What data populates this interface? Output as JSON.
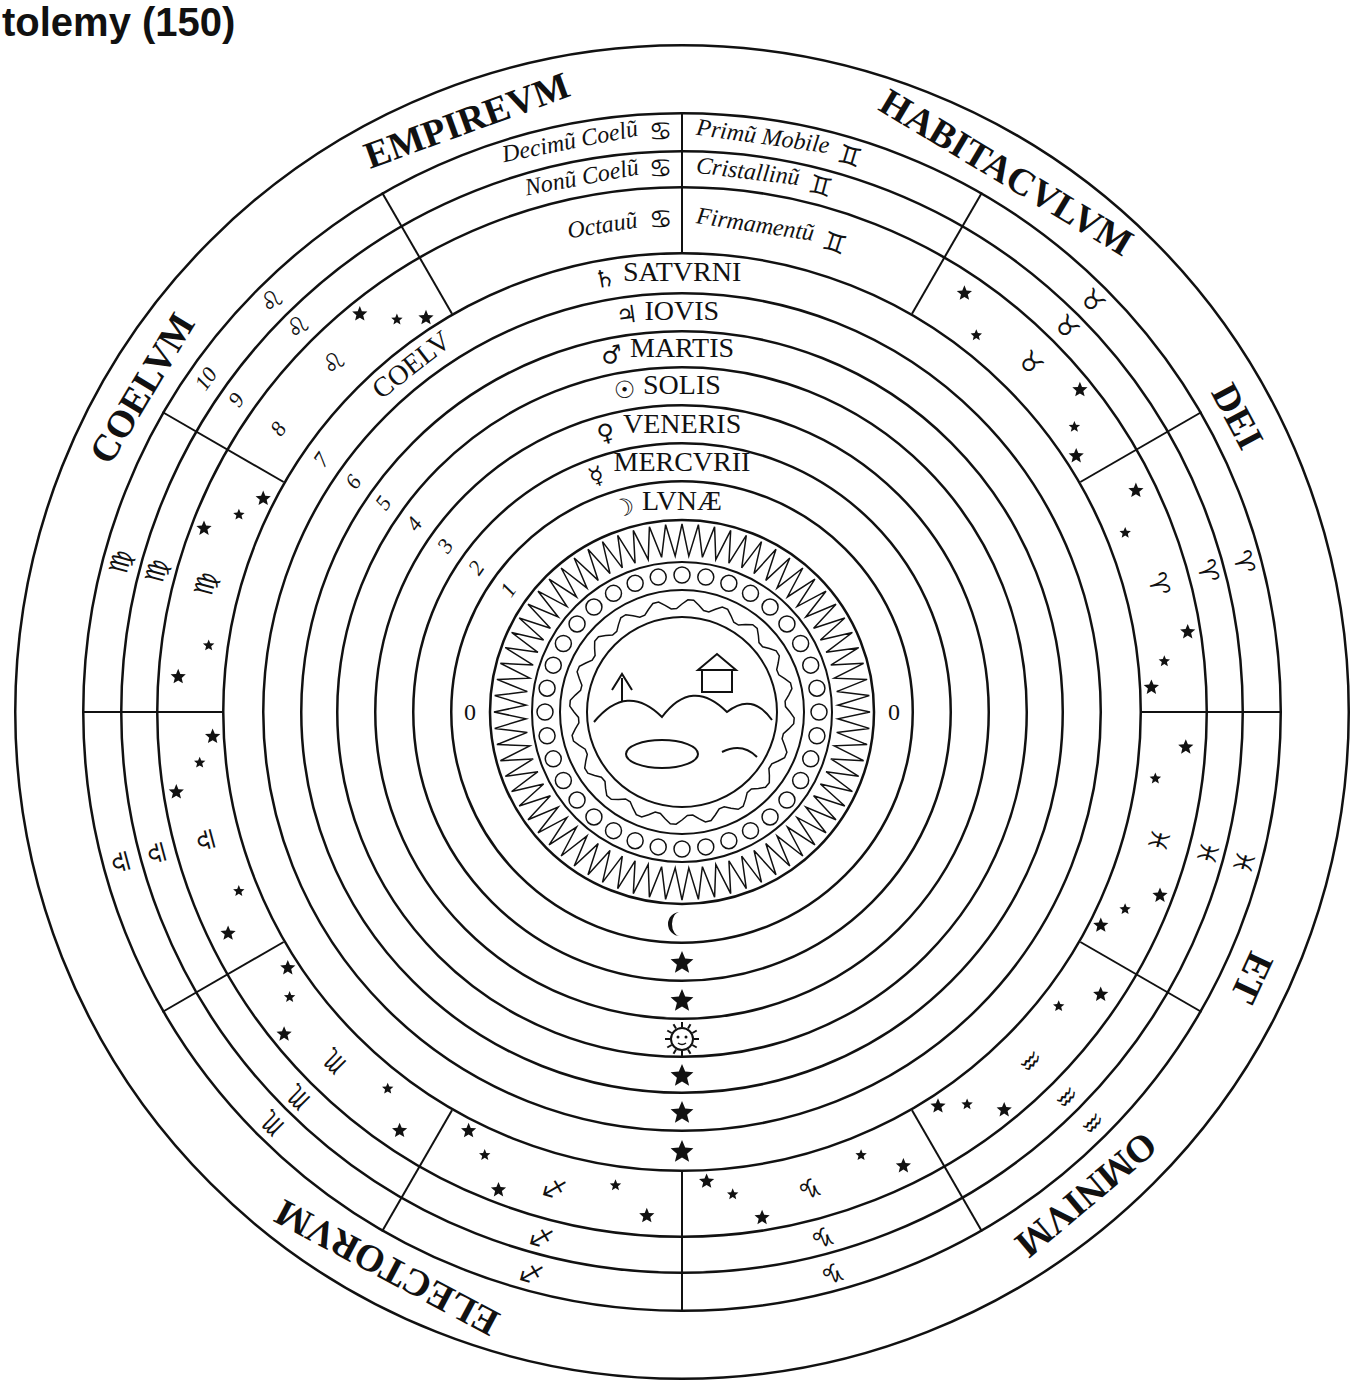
{
  "diagram": {
    "title": "tolemy (150)",
    "nodes": [
      {
        "text": [
          "COELVM",
          "EMPIREVM",
          "HABITACVLVM",
          "DEI",
          "ET",
          "OMNIVM",
          "ELECTORVM"
        ]
      },
      {
        "text": [
          "Decimũ Coelũ",
          "Primũ Mobile"
        ],
        "in": 0
      },
      {
        "text": [
          "Nonũ Coelũ",
          "Cristallinũ"
        ],
        "in": 1
      },
      {
        "text": [
          "Octauũ",
          "Firmamentũ"
        ],
        "in": 2
      },
      {
        "text": [
          "SATVRNI"
        ],
        "in": 3
      },
      {
        "text": [
          "IOVIS"
        ],
        "in": 4
      },
      {
        "text": [
          "MARTIS"
        ],
        "in": 5
      },
      {
        "text": [
          "SOLIS"
        ],
        "in": 6
      },
      {
        "text": [
          "VENERIS"
        ],
        "in": 7
      },
      {
        "text": [
          "MERCVRII"
        ],
        "in": 8
      },
      {
        "text": [
          "LVNÆ"
        ],
        "in": 9
      }
    ],
    "labels": [
      "COELV",
      "1",
      "2",
      "3",
      "4",
      "5",
      "6",
      "7",
      "8",
      "9",
      "10",
      "♄",
      "♃",
      "♂",
      "☉",
      "♀",
      "☿",
      "☽",
      "♊︎",
      "♉︎",
      "♈︎",
      "♓︎",
      "♒︎",
      "♑︎",
      "♐︎",
      "♏︎",
      "♎︎",
      "♍︎",
      "♌︎",
      "♋︎",
      "♊︎",
      "♉︎",
      "♈︎",
      "♓︎",
      "♒︎",
      "♑︎",
      "♐︎",
      "♏︎",
      "♎︎",
      "♍︎",
      "♌︎",
      "♋︎",
      "♊︎",
      "♉︎",
      "♈︎",
      "♓︎",
      "♒︎",
      "♑︎",
      "♐︎",
      "♏︎",
      "♎︎",
      "♍︎",
      "♌︎",
      "♋︎",
      "0",
      "0"
    ]
  }
}
